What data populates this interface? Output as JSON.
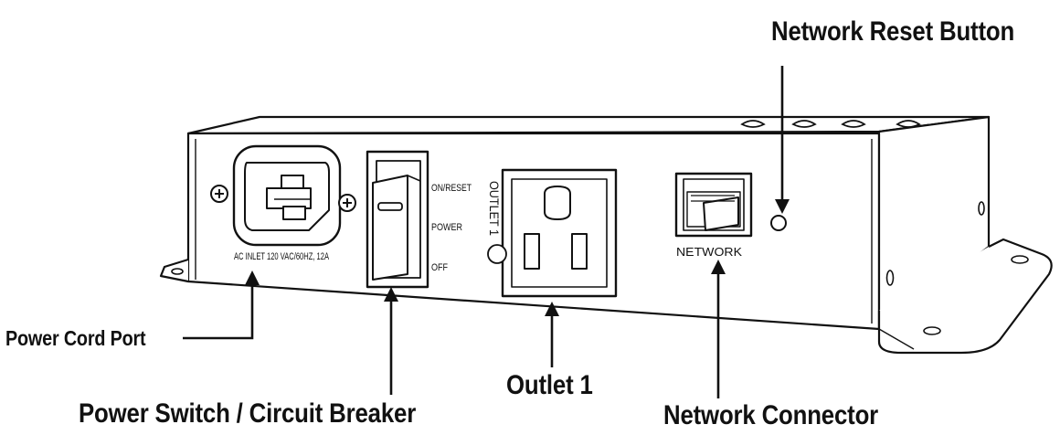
{
  "callouts": {
    "network_reset_button": "Network Reset Button",
    "power_cord_port": "Power Cord Port",
    "outlet_1": "Outlet 1",
    "power_switch": "Power Switch / Circuit Breaker",
    "network_connector": "Network Connector"
  },
  "device_labels": {
    "ac_inlet": "AC INLET 120 VAC/60HZ, 12A",
    "on_reset": "ON/RESET",
    "power": "POWER",
    "off": "OFF",
    "outlet": "OUTLET 1",
    "network": "NETWORK"
  },
  "colors": {
    "line": "#111111",
    "background": "#ffffff"
  }
}
